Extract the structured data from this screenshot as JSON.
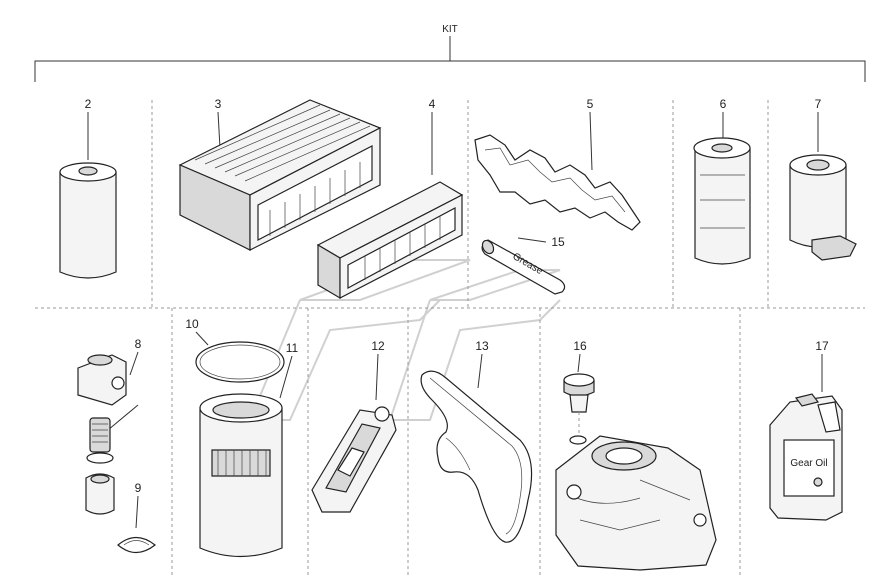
{
  "diagram": {
    "kit_label": "KIT",
    "parts": [
      {
        "number": "2"
      },
      {
        "number": "3"
      },
      {
        "number": "4"
      },
      {
        "number": "5"
      },
      {
        "number": "6"
      },
      {
        "number": "7"
      },
      {
        "number": "8"
      },
      {
        "number": "9"
      },
      {
        "number": "10"
      },
      {
        "number": "11"
      },
      {
        "number": "12"
      },
      {
        "number": "13"
      },
      {
        "number": "15"
      },
      {
        "number": "16"
      },
      {
        "number": "17"
      }
    ],
    "grease_label": "Grease",
    "gear_oil_label": "Gear Oil"
  }
}
